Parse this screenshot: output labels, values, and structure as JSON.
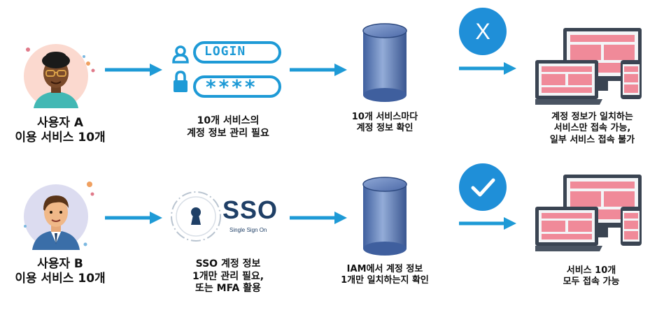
{
  "rows": [
    {
      "id": "a",
      "user": {
        "line1": "사용자 A",
        "line2": "이용 서비스 10개"
      },
      "auth": {
        "login_text": "LOGIN",
        "password_mask": "****",
        "line1": "10개 서비스의",
        "line2": "계정 정보 관리 필요"
      },
      "db": {
        "line1": "10개 서비스마다",
        "line2": "계정 정보 확인"
      },
      "status": {
        "symbol": "X",
        "result": "fail"
      },
      "outcome": {
        "line1": "계정 정보가 일치하는",
        "line2": "서비스만 접속 가능,",
        "line3": "일부 서비스 접속 불가"
      }
    },
    {
      "id": "b",
      "user": {
        "line1": "사용자 B",
        "line2": "이용 서비스 10개"
      },
      "auth": {
        "sso_text": "SSO",
        "sso_sub": "Single Sign On",
        "line1": "SSO 계정 정보",
        "line2": "1개만 관리 필요,",
        "line3": "또는 MFA 활용"
      },
      "db": {
        "line1": "IAM에서 계정 정보",
        "line2": "1개만 일치하는지 확인"
      },
      "status": {
        "symbol": "check",
        "result": "success"
      },
      "outcome": {
        "line1": "서비스 10개",
        "line2": "모두 접속 가능"
      }
    }
  ],
  "colors": {
    "accent": "#1e9ad6",
    "badge": "#1f8fd8",
    "navy": "#1f3f66",
    "db": "#5b78b8"
  }
}
